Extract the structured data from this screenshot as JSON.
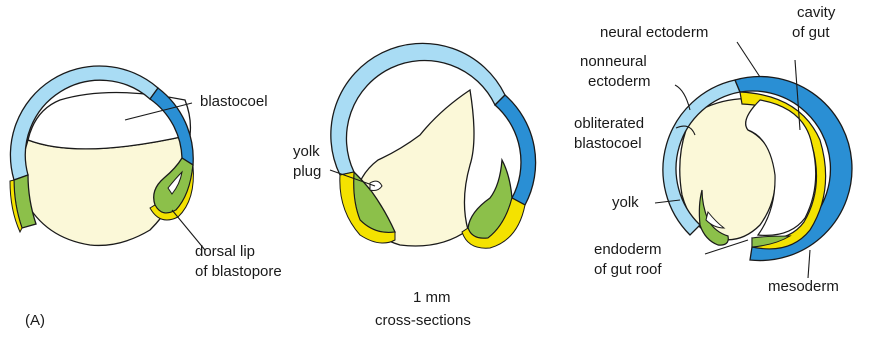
{
  "colors": {
    "ectoderm_light": "#a9dcf4",
    "ectoderm_dark": "#2a8fd4",
    "mesoderm": "#8cc04a",
    "endoderm": "#f4e200",
    "yolk": "#fbf8d8",
    "outline": "#1a1a1a"
  },
  "panel_label": "(A)",
  "scale_label": "1 mm",
  "caption": "cross-sections",
  "embryo1": {
    "labels": {
      "blastocoel": "blastocoel",
      "dorsal_lip_1": "dorsal lip",
      "dorsal_lip_2": "of blastopore"
    }
  },
  "embryo2": {
    "labels": {
      "yolk_plug_1": "yolk",
      "yolk_plug_2": "plug"
    }
  },
  "embryo3": {
    "labels": {
      "cavity_1": "cavity",
      "cavity_2": "of gut",
      "neural_ectoderm": "neural ectoderm",
      "nonneural_1": "nonneural",
      "nonneural_2": "ectoderm",
      "obliterated_1": "obliterated",
      "obliterated_2": "blastocoel",
      "yolk": "yolk",
      "endoderm_1": "endoderm",
      "endoderm_2": "of gut roof",
      "mesoderm": "mesoderm"
    }
  }
}
